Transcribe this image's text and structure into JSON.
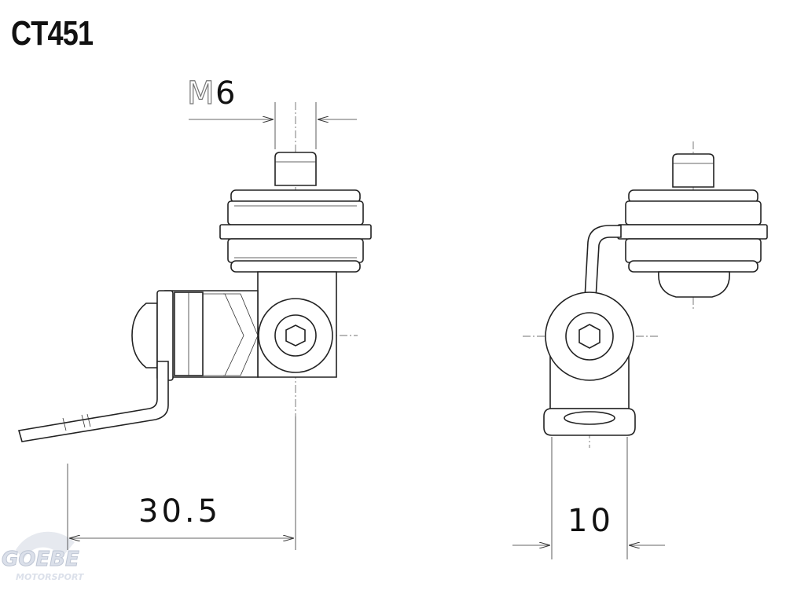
{
  "title": "CT451",
  "thread_label_prefix": "M",
  "thread_label_value": "6",
  "dim_offset": "30.5",
  "dim_width": "10",
  "watermark": "GOEBE MOTORSPORT"
}
